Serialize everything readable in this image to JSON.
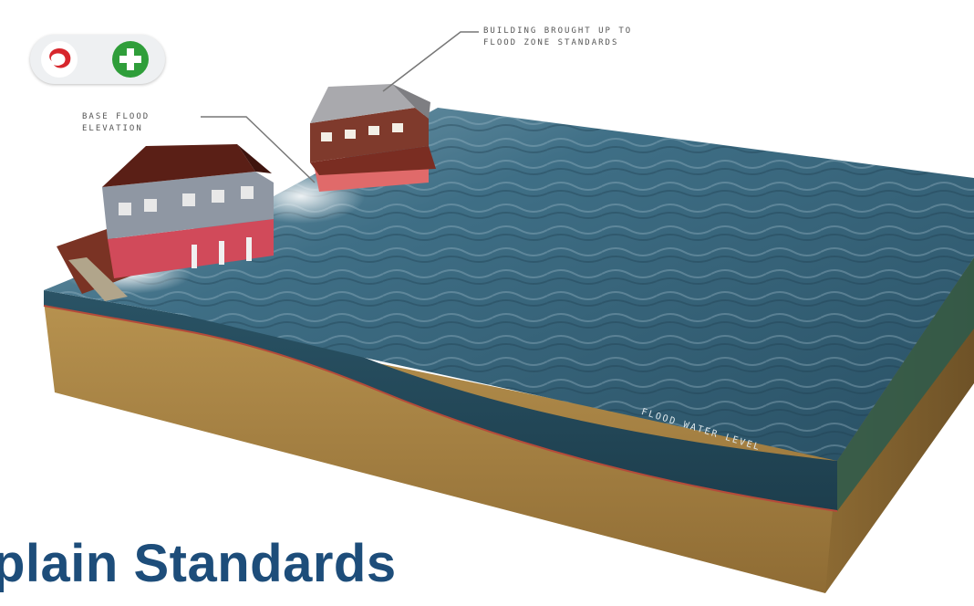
{
  "title": "plain Standards",
  "callouts": {
    "building": "BUILDING BROUGHT UP TO\nFLOOD ZONE STANDARDS",
    "base_flood_elevation": "BASE FLOOD\nELEVATION",
    "water_level": "FLOOD WATER LEVEL"
  },
  "colors": {
    "title": "#1d4d7a",
    "callout_text": "#555555",
    "water": "#2f5f75",
    "soil": "#b08a4a",
    "logo_red": "#d7262c",
    "logo_green": "#2f9e3a"
  },
  "logos": [
    {
      "icon": "hurricane-icon"
    },
    {
      "icon": "plus-cross-icon"
    }
  ]
}
